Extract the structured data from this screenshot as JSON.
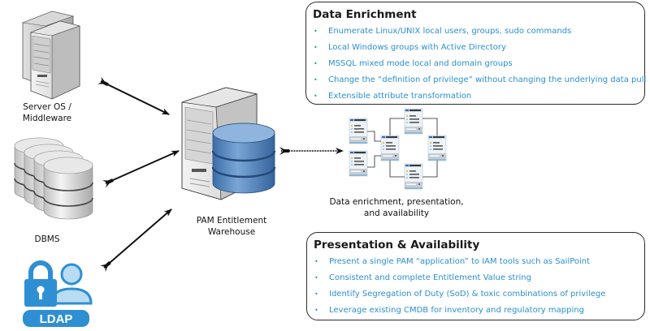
{
  "nodes": {
    "server": {
      "label_line1": "Server OS /",
      "label_line2": "Middleware",
      "icon": "server-tower-icon"
    },
    "dbms": {
      "label": "DBMS",
      "icon": "database-stack-icon"
    },
    "ldap": {
      "label": "LDAP",
      "icon": "ldap-lock-user-icon"
    },
    "warehouse": {
      "label_line1": "PAM Entitlement",
      "label_line2": "Warehouse",
      "icon": "server-database-icon"
    },
    "schema": {
      "label_line1": "Data enrichment, presentation,",
      "label_line2": "and availability",
      "icon": "schema-tables-icon"
    }
  },
  "panels": {
    "enrichment": {
      "title": "Data Enrichment",
      "bullet": "•",
      "items": [
        "Enumerate Linux/UNIX local users, groups, sudo commands",
        "Local Windows groups with Active Directory",
        "MSSQL mixed mode local and domain groups",
        "Change the “definition of privilege” without changing the underlying data pull",
        "Extensible attribute transformation"
      ]
    },
    "presentation": {
      "title": "Presentation & Availability",
      "bullet": "•",
      "items": [
        "Present a single PAM “application” to IAM tools such as SailPoint",
        "Consistent and complete Entitlement Value string",
        "Identify Segregation of Duty (SoD) & toxic combinations of privilege",
        "Leverage existing CMDB for inventory and regulatory mapping"
      ]
    }
  },
  "colors": {
    "bullet_text": "#2a8fd0",
    "ldap_blue": "#2e8fd3",
    "ldap_light": "#b9dcf3",
    "db_blue": "#4a7fb8"
  }
}
